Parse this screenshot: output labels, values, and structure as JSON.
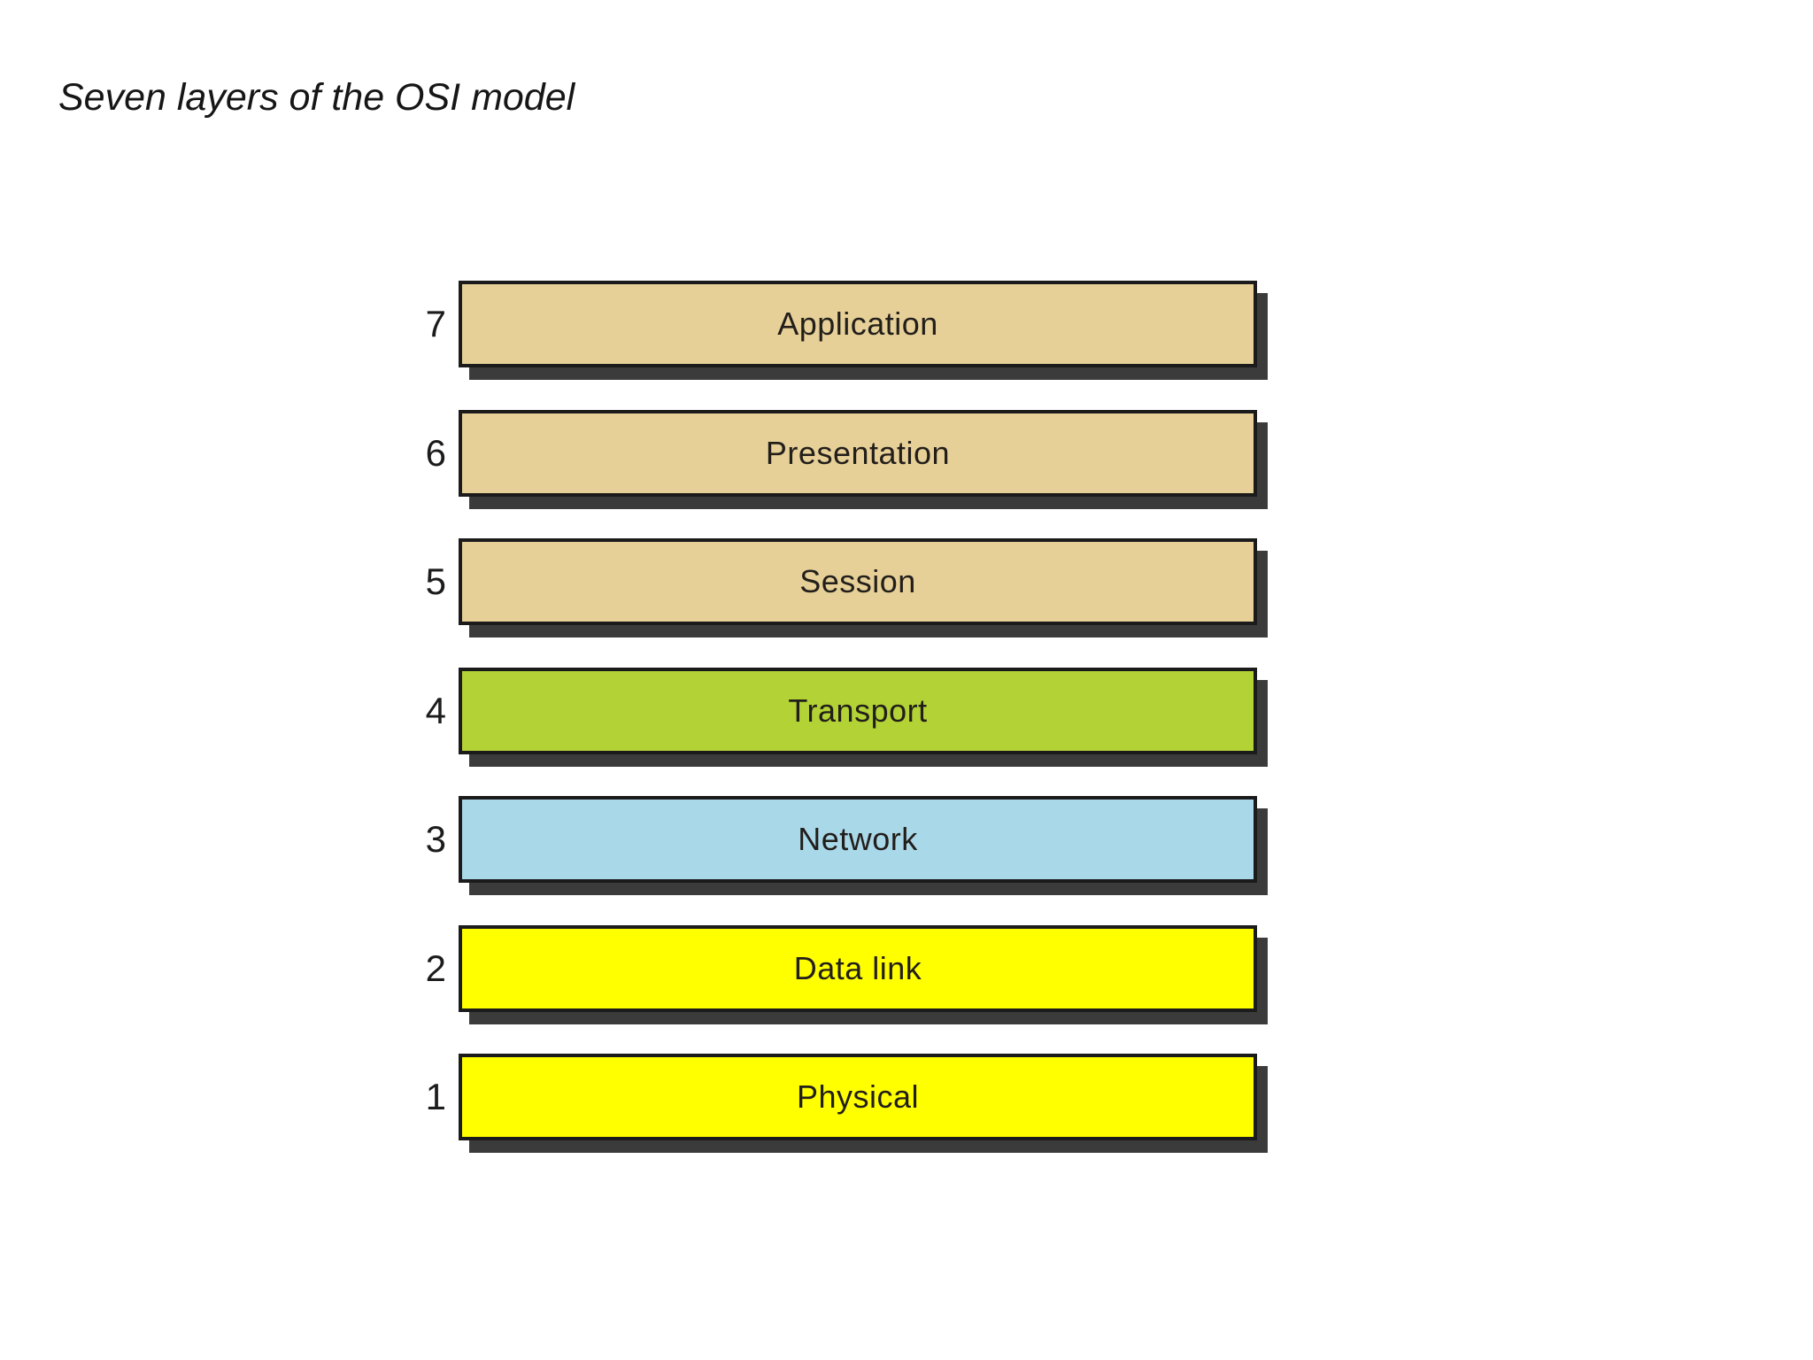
{
  "page": {
    "title": "Seven layers of the OSI model",
    "background_color": "#ffffff"
  },
  "diagram": {
    "type": "stacked-layer-diagram",
    "border_color": "#1b1b1b",
    "shadow_color": "#3b3b3b",
    "layers": [
      {
        "number": "7",
        "label": "Application",
        "color": "#e6d098"
      },
      {
        "number": "6",
        "label": "Presentation",
        "color": "#e6d098"
      },
      {
        "number": "5",
        "label": "Session",
        "color": "#e6d098"
      },
      {
        "number": "4",
        "label": "Transport",
        "color": "#b2d235"
      },
      {
        "number": "3",
        "label": "Network",
        "color": "#a9d8e9"
      },
      {
        "number": "2",
        "label": "Data link",
        "color": "#ffff00"
      },
      {
        "number": "1",
        "label": "Physical",
        "color": "#ffff00"
      }
    ]
  }
}
